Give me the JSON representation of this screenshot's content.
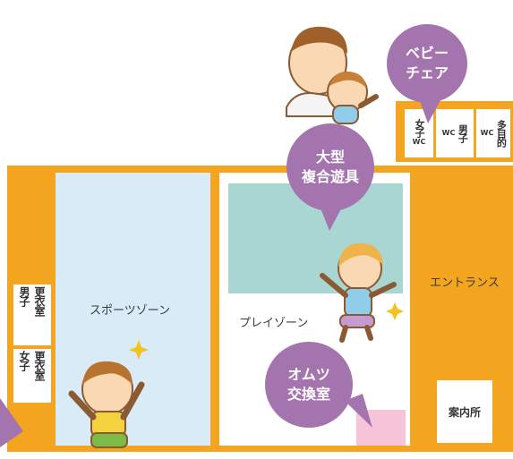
{
  "zones": {
    "sports": "スポーツゾーン",
    "play": "プレイゾーン",
    "entrance": "エントランス",
    "info": "案内所"
  },
  "restrooms": {
    "women": "女子",
    "women_wc": "WC",
    "men_wc": "WC",
    "men": "男子",
    "multi_wc": "WC",
    "multi": "多目的"
  },
  "lockers": {
    "men": "男子",
    "men_room": "更衣室",
    "women": "女子",
    "women_room": "更衣室"
  },
  "bubbles": {
    "baby_chair": "ベビー\nチェア",
    "play_equipment": "大型\n複合遊具",
    "diaper": "オムツ\n交換室"
  },
  "colors": {
    "wall": "#f4a51f",
    "sports_floor": "#d9ebf7",
    "equipment_area": "#a9d6d2",
    "diaper_area": "#f7c4d8",
    "bubble": "#a374ad"
  }
}
